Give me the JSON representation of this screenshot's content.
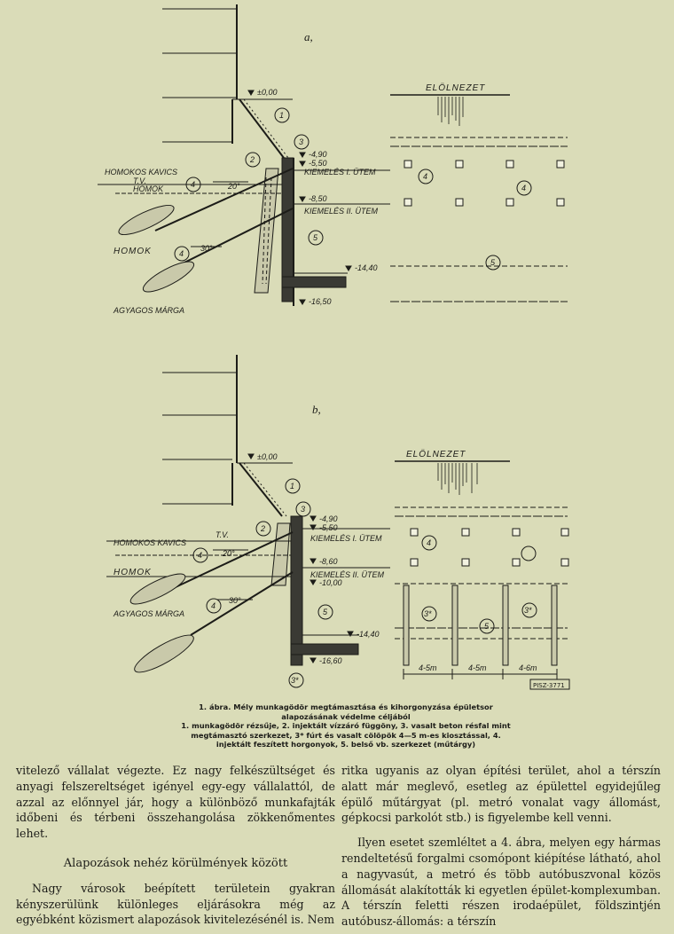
{
  "figure": {
    "panel_a": {
      "letter": "a,",
      "front_view_title": "ELÖLNEZET",
      "levels": [
        "±0,00",
        "-4,90",
        "-5,50",
        "-8,50",
        "-14,40",
        "-16,50"
      ],
      "soil_labels": [
        "HOMOKOS KAVICS",
        "T.V.",
        "HOMOK",
        "HOMOK",
        "AGYAGOS MÁRGA"
      ],
      "stage_labels": [
        "KIEMELÉS I. ÜTEM",
        "KIEMELÉS II. ÜTEM"
      ],
      "angles": [
        "20°",
        "30°"
      ],
      "markers": [
        "1",
        "2",
        "3",
        "4",
        "4",
        "5",
        "4",
        "4",
        "5"
      ]
    },
    "panel_b": {
      "letter": "b,",
      "front_view_title": "ELÖLNEZET",
      "levels": [
        "±0,00",
        "-4,90",
        "-5,50",
        "-8,60",
        "-10,00",
        "-14,40",
        "-16,60"
      ],
      "soil_labels": [
        "HOMOKOS KAVICS",
        "T.V.",
        "HOMOK",
        "AGYAGOS MÁRGA"
      ],
      "stage_labels": [
        "KIEMELÉS I. ÜTEM",
        "KIEMELÉS II. ÜTEM"
      ],
      "angles": [
        "20°",
        "30°"
      ],
      "markers": [
        "1",
        "2",
        "3",
        "4",
        "4",
        "5",
        "3*",
        "4",
        "3*",
        "3*",
        "5"
      ],
      "spacings": [
        "4-5m",
        "4-5m",
        "4-6m"
      ],
      "stamp": "PISZ-3771"
    },
    "caption": {
      "title": "1. ábra. Mély munkagödör megtámasztása és kihorgonyzása épületsor alapozásának védelme céljából",
      "legend": "1. munkagödör rézsűje, 2. injektált vízzáró függöny, 3. vasalt beton résfal mint megtámasztó szerkezet, 3* fúrt és vasalt cölöpök 4—5 m-es kiosztással, 4. injektált feszített horgonyok, 5. belső vb. szerkezet (műtárgy)"
    }
  },
  "text": {
    "left_p1": "vitelező vállalat végezte. Ez nagy felkészültséget és anyagi felszereltséget igényel egy-egy vállalattól, de azzal az előnnyel jár, hogy a különböző munkafajták időbeni és térbeni összehangolása zökkenőmentes lehet.",
    "heading": "Alapozások nehéz körülmények között",
    "left_p2": "Nagy városok beépített területein gyakran kényszerülünk különleges eljárásokra még az egyébként közismert alapozások kivitelezésénél is. Nem",
    "right_p1": "ritka ugyanis az olyan építési terület, ahol a térszín alatt már meglevő, esetleg az épülettel egyidejűleg épülő műtárgyat (pl. metró vonalat vagy állomást, gépkocsi parkolót stb.) is figyelembe kell venni.",
    "right_p2": "Ilyen esetet szemléltet a 4. ábra, melyen egy hármas rendeltetésű forgalmi csomópont kiépítése látható, ahol a nagyvasút, a metró és több autóbuszvonal közös állomását alakították ki egyetlen épület-komplexumban. A térszín feletti részen irodaépület, földszintjén autóbusz-állomás: a térszín"
  }
}
